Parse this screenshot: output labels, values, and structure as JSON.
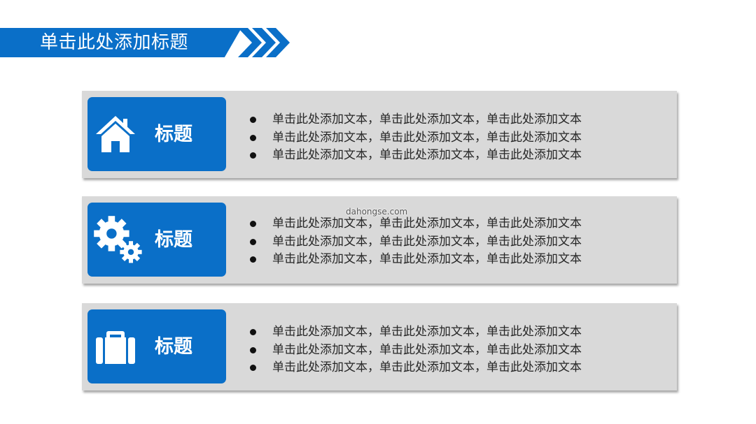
{
  "header": {
    "title": "单击此处添加标题"
  },
  "panels": [
    {
      "icon": "home-icon",
      "label": "标题",
      "bullets": [
        "单击此处添加文本，单击此处添加文本，单击此处添加文本",
        "单击此处添加文本，单击此处添加文本，单击此处添加文本",
        "单击此处添加文本，单击此处添加文本，单击此处添加文本"
      ]
    },
    {
      "icon": "gears-icon",
      "label": "标题",
      "bullets": [
        "单击此处添加文本，单击此处添加文本，单击此处添加文本",
        "单击此处添加文本，单击此处添加文本，单击此处添加文本",
        "单击此处添加文本，单击此处添加文本，单击此处添加文本"
      ]
    },
    {
      "icon": "briefcase-icon",
      "label": "标题",
      "bullets": [
        "单击此处添加文本，单击此处添加文本，单击此处添加文本",
        "单击此处添加文本，单击此处添加文本，单击此处添加文本",
        "单击此处添加文本，单击此处添加文本，单击此处添加文本"
      ]
    }
  ],
  "watermark": "dahongse.com",
  "colors": {
    "accent": "#0a6fc8",
    "panel": "#d9d9d9",
    "text": "#262626"
  }
}
